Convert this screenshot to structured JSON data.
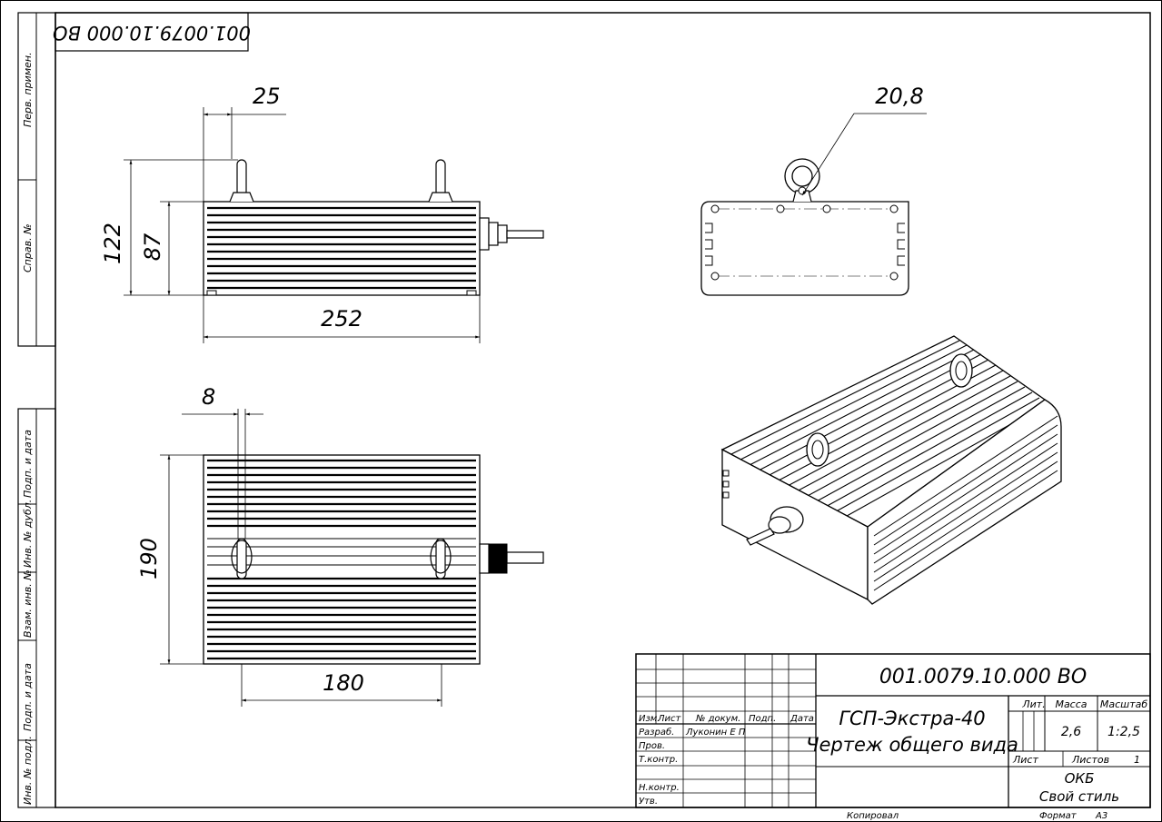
{
  "code_rotated": "001.0079.10.000 ВО",
  "dims": {
    "side_width": "25",
    "height_total": "122",
    "height_body": "87",
    "length": "252",
    "eyebolt": "20,8",
    "top_offset": "8",
    "width": "190",
    "mount_span": "180"
  },
  "left_strip": {
    "perv_primen": "Перв. примен.",
    "sprav_no": "Справ. №",
    "podp_data_1": "Подп. и дата",
    "inv_dubl": "Инв. № дубл.",
    "vzam_inv": "Взам. инв. №",
    "podp_data_2": "Подп. и дата",
    "inv_podl": "Инв. № подл."
  },
  "title_block": {
    "doc_code": "001.0079.10.000 ВО",
    "name_line1": "ГСП-Экстра-40",
    "name_line2": "Чертеж общего вида",
    "lit_hdr": "Лит.",
    "mass_hdr": "Масса",
    "scale_hdr": "Масштаб",
    "mass": "2,6",
    "scale": "1:2,5",
    "sheet_hdr": "Лист",
    "sheets_hdr": "Листов",
    "sheets": "1",
    "org1": "ОКБ",
    "org2": "Свой стиль",
    "hdr_izm": "Изм.",
    "hdr_list": "Лист",
    "hdr_dokum": "№ докум.",
    "hdr_podp": "Подп.",
    "hdr_data": "Дата",
    "razrab": "Разраб.",
    "razrab_name": "Луконин Е П",
    "prov": "Пров.",
    "tkontr": "Т.контр.",
    "nkontr": "Н.контр.",
    "utv": "Утв.",
    "kopiroval": "Копировал",
    "format": "Формат",
    "format_val": "А3"
  }
}
